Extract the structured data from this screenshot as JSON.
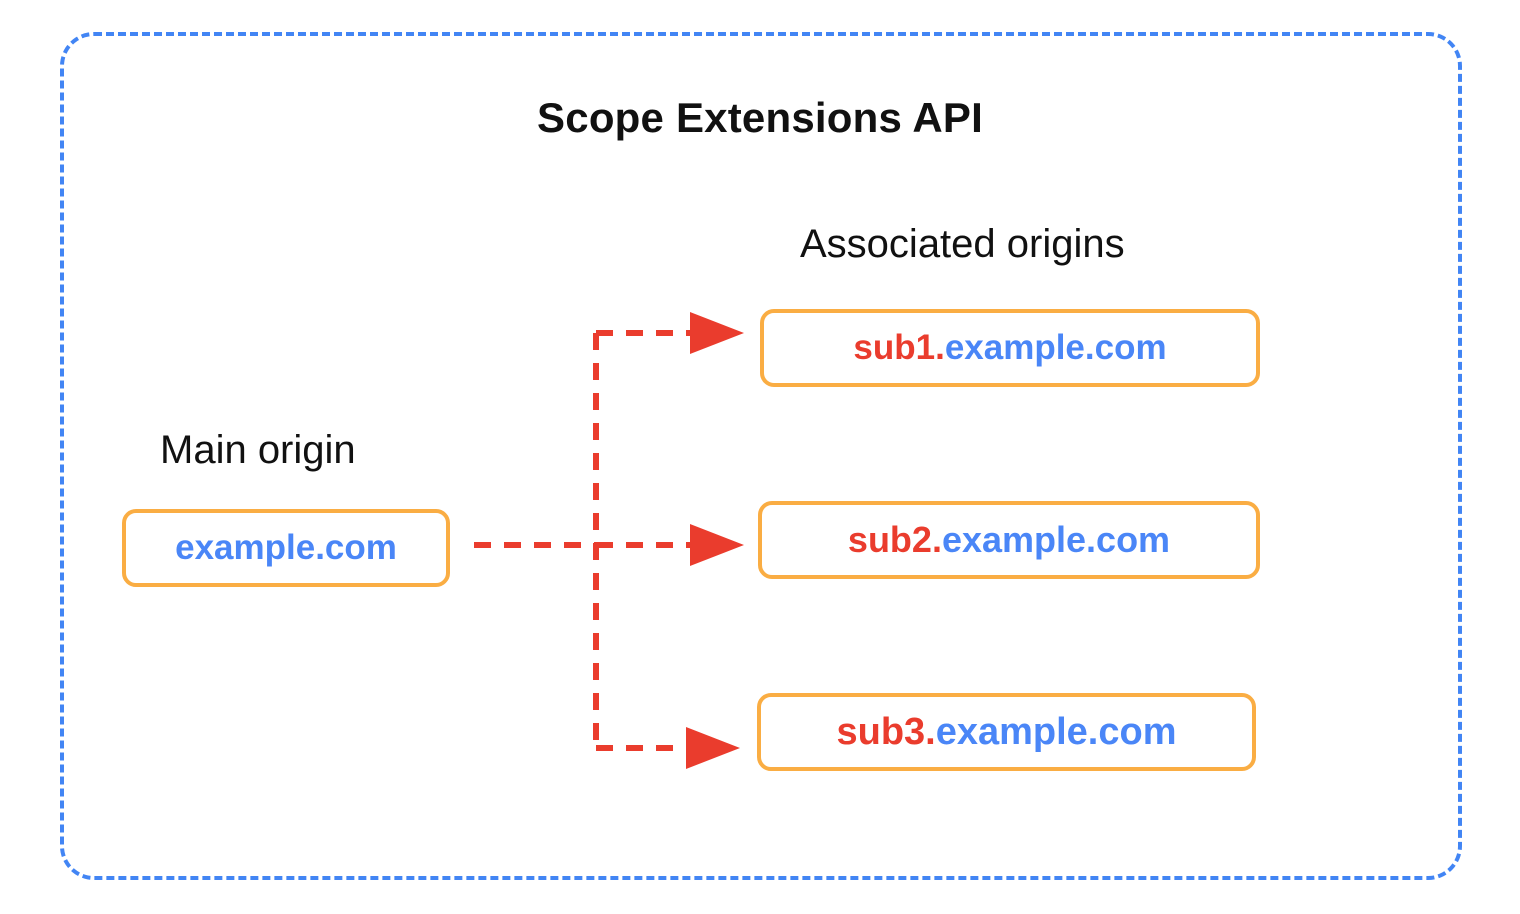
{
  "diagram": {
    "title": "Scope Extensions API",
    "frame_color": "#4285F4",
    "box_border_color": "#FAAD43",
    "connector_color": "#EA3C2D",
    "subdomain_text_color": "#EA3C2D",
    "domain_text_color": "#4A86F7",
    "title_color": "#111111"
  },
  "main_origin": {
    "heading": "Main origin",
    "box": {
      "sub": "",
      "domain": "example.com",
      "full": "example.com"
    }
  },
  "associated_origins": {
    "heading": "Associated origins",
    "boxes": [
      {
        "sub": "sub1.",
        "domain": "example.com",
        "full": "sub1.example.com"
      },
      {
        "sub": "sub2.",
        "domain": "example.com",
        "full": "sub2.example.com"
      },
      {
        "sub": "sub3.",
        "domain": "example.com",
        "full": "sub3.example.com"
      }
    ]
  },
  "connectors": {
    "style": "dashed-arrow",
    "count": 3,
    "description": "example.com branches to sub1, sub2 and sub3"
  }
}
